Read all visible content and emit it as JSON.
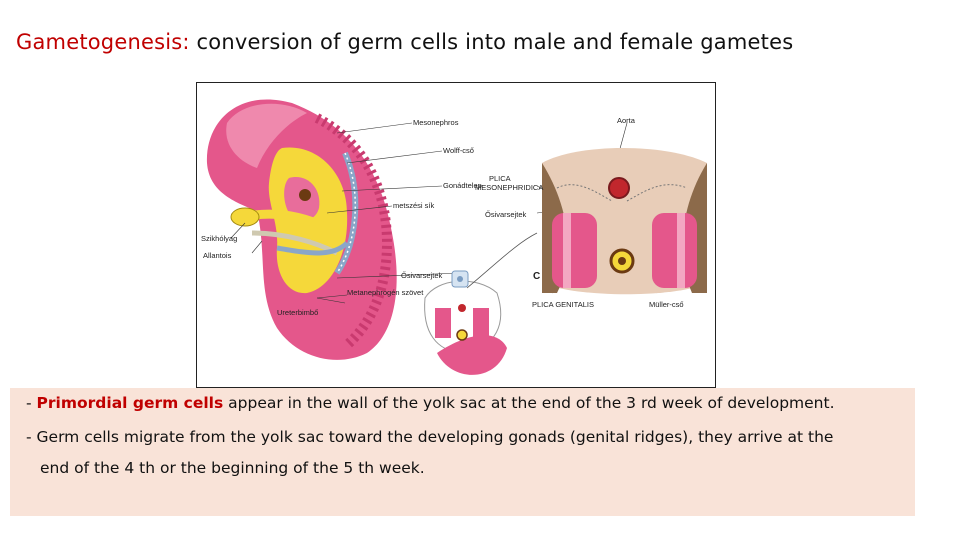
{
  "title": {
    "term": "Gametogenesis:",
    "rest": " conversion of germ cells into male and female gametes"
  },
  "figure": {
    "labels": {
      "mesonephros": "Mesonephros",
      "wolff": "Wolff-cső",
      "gonadtelep": "Gonádtelep",
      "metszes": "metszési sík",
      "szikholyag": "Szikhólyag",
      "allantois": "Allantois",
      "osivarsejtek1": "Ősivarsejtek",
      "metanephrogen": "Metanephrogén szövet",
      "ureterbimbo": "Ureterbimbő",
      "aorta": "Aorta",
      "plica_meso_1": "PLICA",
      "plica_meso_2": "MESONEPHRIDICA",
      "osivarsejtek2": "Ősivarsejtek",
      "letter_c": "C",
      "plica_genitalis": "PLICA GENITALIS",
      "muller": "Müller-cső"
    }
  },
  "text": {
    "line1_dash": "- ",
    "line1_term": "Primordial germ cells",
    "line1_rest": " appear in the wall of the yolk sac at the end of the 3 rd week of development.",
    "line2": "-  Germ cells migrate  from the yolk sac toward the developing gonads (genital ridges), they arrive at the",
    "line3": "end of the 4 th or the beginning of the 5 th week."
  },
  "colors": {
    "term_red": "#c00000",
    "text_bg": "#f9e3d8",
    "embryo_pink": "#e4578b",
    "yolk_yellow": "#f5d83a"
  }
}
